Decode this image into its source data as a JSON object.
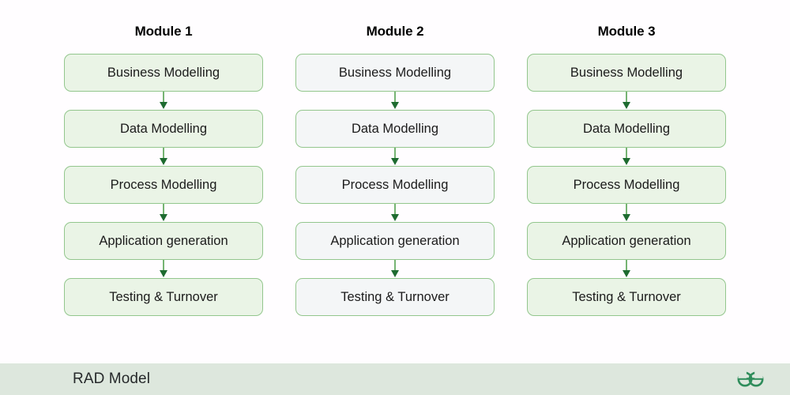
{
  "diagram": {
    "title": "RAD Model",
    "columns": [
      {
        "title": "Module 1",
        "theme": "green",
        "steps": [
          "Business Modelling",
          "Data Modelling",
          "Process Modelling",
          "Application generation",
          "Testing & Turnover"
        ]
      },
      {
        "title": "Module 2",
        "theme": "gray",
        "steps": [
          "Business Modelling",
          "Data Modelling",
          "Process Modelling",
          "Application generation",
          "Testing & Turnover"
        ]
      },
      {
        "title": "Module 3",
        "theme": "green",
        "steps": [
          "Business Modelling",
          "Data Modelling",
          "Process Modelling",
          "Application generation",
          "Testing & Turnover"
        ]
      }
    ]
  },
  "footer": {
    "title": "RAD Model",
    "logo_name": "geeksforgeeks-logo",
    "logo_color": "#2f8d5b"
  },
  "colors": {
    "page_background": "#fffdff",
    "node_border": "#93c68d",
    "node_fill_green": "#eaf4e6",
    "node_fill_gray": "#f4f6f7",
    "arrow_stem": "#76b473",
    "arrow_head": "#1e6b30",
    "footer_background": "#dde7dd",
    "text": "#1b1b1b"
  }
}
